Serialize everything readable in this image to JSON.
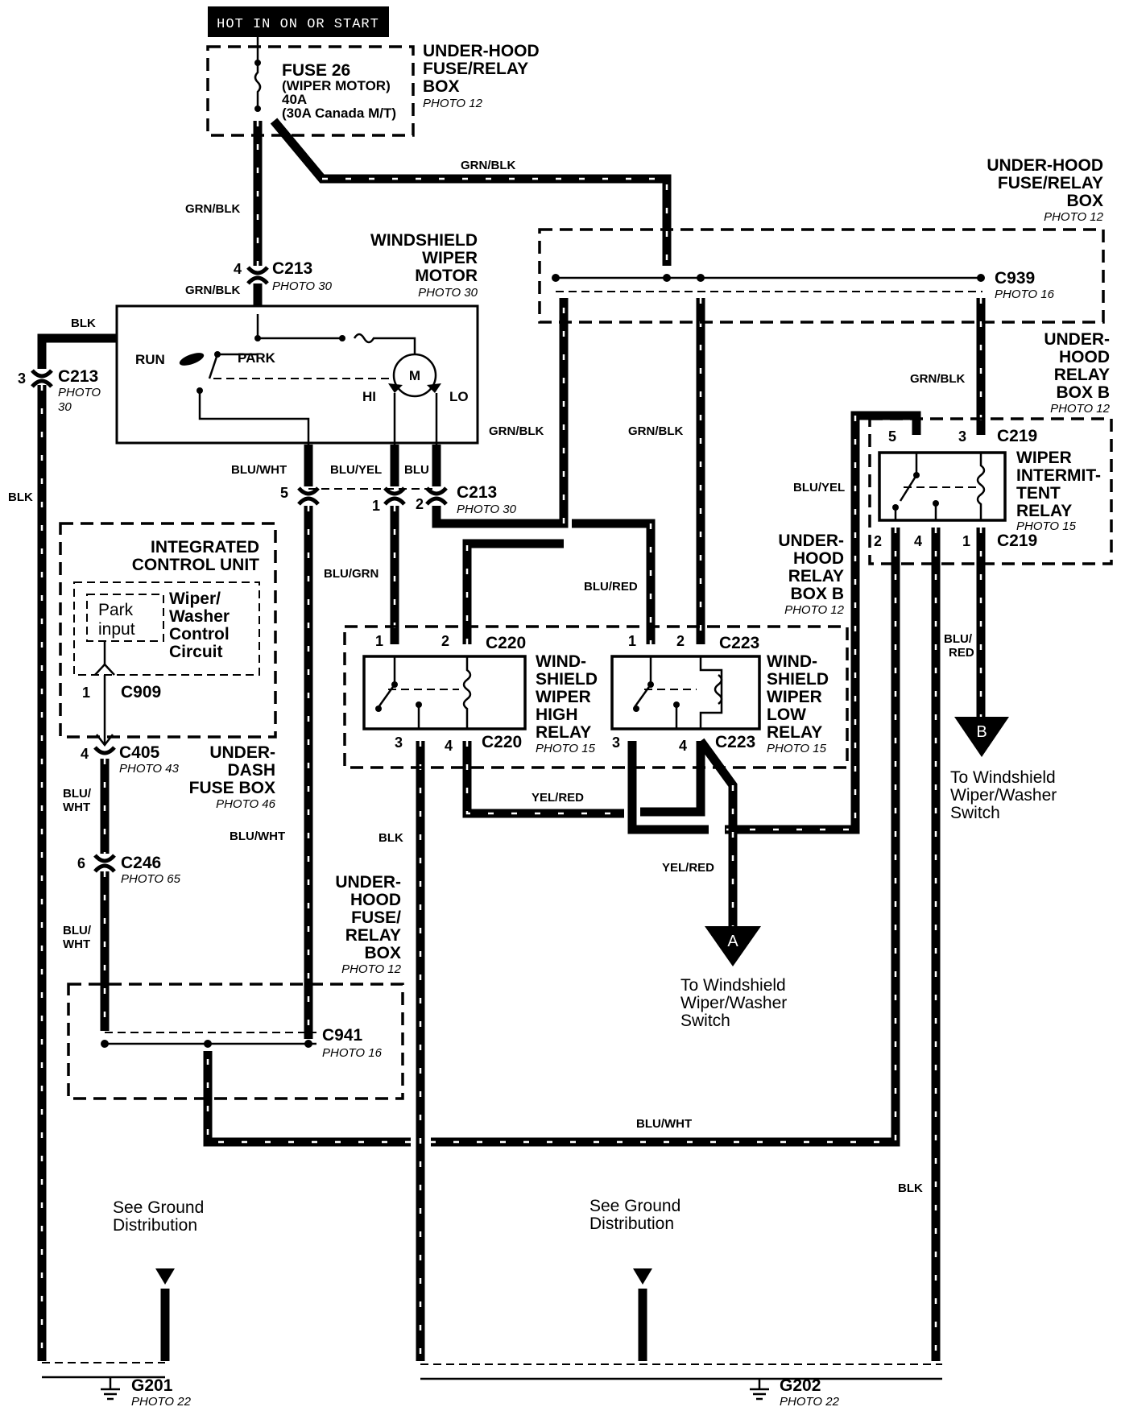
{
  "header": {
    "power_label": "HOT IN ON OR START"
  },
  "fuse": {
    "box_title": [
      "UNDER-HOOD",
      "FUSE/RELAY",
      "BOX"
    ],
    "box_photo": "PHOTO 12",
    "name": "FUSE 26",
    "desc": "(WIPER MOTOR)",
    "rating": "40A",
    "rating_alt": "(30A Canada M/T)"
  },
  "c939_box": {
    "title": [
      "UNDER-HOOD",
      "FUSE/RELAY",
      "BOX"
    ],
    "photo": "PHOTO 12",
    "connector": "C939",
    "connector_photo": "PHOTO 16"
  },
  "motor": {
    "title": [
      "WINDSHIELD",
      "WIPER",
      "MOTOR"
    ],
    "photo": "PHOTO 30",
    "run": "RUN",
    "park": "PARK",
    "hi": "HI",
    "lo": "LO",
    "m": "M"
  },
  "c213": {
    "name": "C213",
    "photo": "PHOTO 30",
    "photo_split": [
      "PHOTO",
      "30"
    ],
    "pins": [
      "4",
      "3",
      "5",
      "1",
      "2"
    ]
  },
  "wires": {
    "grn_blk": "GRN/BLK",
    "blk": "BLK",
    "blu_wht": "BLU/WHT",
    "blu_yel": "BLU/YEL",
    "blu": "BLU",
    "blu_grn": "BLU/GRN",
    "blu_red": "BLU/RED",
    "yel_red": "YEL/RED",
    "blu_red_split": [
      "BLU/",
      "RED"
    ],
    "blu_wht_split": [
      "BLU/",
      "WHT"
    ]
  },
  "relay_box_b": {
    "title": [
      "UNDER-",
      "HOOD",
      "RELAY",
      "BOX B"
    ],
    "photo": "PHOTO 12"
  },
  "relay_box_b2": {
    "title": [
      "UNDER-",
      "HOOD",
      "RELAY",
      "BOX B"
    ],
    "photo": "PHOTO 12"
  },
  "intermit_relay": {
    "title": [
      "WIPER",
      "INTERMIT-",
      "TENT",
      "RELAY"
    ],
    "photo": "PHOTO 15",
    "connector": "C219",
    "pins": [
      "5",
      "3",
      "2",
      "4",
      "1"
    ]
  },
  "high_relay": {
    "title": [
      "WIND-",
      "SHIELD",
      "WIPER",
      "HIGH",
      "RELAY"
    ],
    "photo": "PHOTO 15",
    "connector": "C220",
    "pins": [
      "1",
      "2",
      "3",
      "4"
    ]
  },
  "low_relay": {
    "title": [
      "WIND-",
      "SHIELD",
      "WIPER",
      "LOW",
      "RELAY"
    ],
    "photo": "PHOTO 15",
    "connector": "C223",
    "pins": [
      "1",
      "2",
      "3",
      "4"
    ]
  },
  "icu": {
    "title": [
      "INTEGRATED",
      "CONTROL UNIT"
    ],
    "park_input": [
      "Park",
      "input"
    ],
    "circuit": [
      "Wiper/",
      "Washer",
      "Control",
      "Circuit"
    ],
    "connector": "C909",
    "pin": "1"
  },
  "c405": {
    "name": "C405",
    "photo": "PHOTO 43",
    "pin": "4"
  },
  "underdash": {
    "title": [
      "UNDER-",
      "DASH",
      "FUSE BOX"
    ],
    "photo": "PHOTO 46"
  },
  "c246": {
    "name": "C246",
    "photo": "PHOTO 65",
    "pin": "6"
  },
  "c941_box": {
    "title": [
      "UNDER-",
      "HOOD",
      "FUSE/",
      "RELAY",
      "BOX"
    ],
    "photo": "PHOTO 12",
    "connector": "C941",
    "connector_photo": "PHOTO 16"
  },
  "arrow_a": {
    "letter": "A",
    "caption": [
      "To Windshield",
      "Wiper/Washer",
      "Switch"
    ]
  },
  "arrow_b": {
    "letter": "B",
    "caption": [
      "To Windshield",
      "Wiper/Washer",
      "Switch"
    ]
  },
  "ground_note": [
    "See Ground",
    "Distribution"
  ],
  "g201": {
    "name": "G201",
    "photo": "PHOTO 22"
  },
  "g202": {
    "name": "G202",
    "photo": "PHOTO 22"
  }
}
